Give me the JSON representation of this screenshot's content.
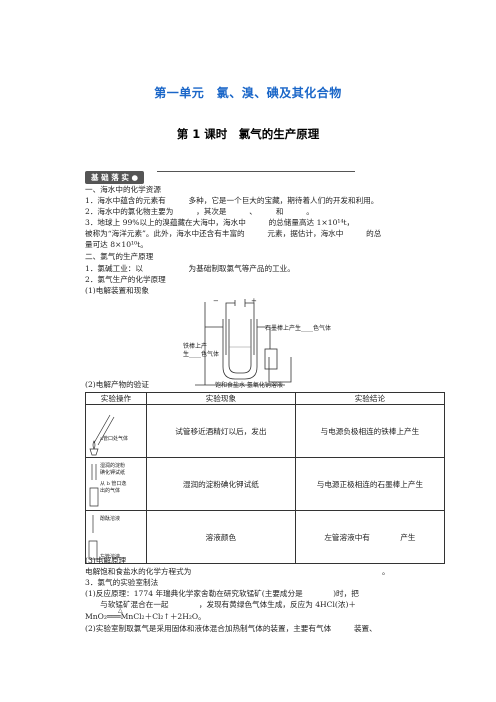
{
  "header": {
    "title": "第一单元　氯、溴、碘及其化合物",
    "subtitle": "第 1 课时　氯气的生产原理"
  },
  "banner": {
    "label": "基 础 落 实 ●"
  },
  "lines": [
    "一、海水中的化学资源",
    "1．海水中蕴含的元素有　　　多种，它是一个巨大的宝藏，期待着人们的开发和利用。",
    "2．海水中的氯化物主要为　　　，其次是　　　、　　　和　　　。",
    "3．地球上 99%以上的溴蕴藏在大海中，海水中　　　的总储量高达 1×10¹⁴t，",
    "被称为“海洋元素”。此外，海水中还含有丰富的　　　元素，据估计，海水中　　　的总",
    "量可达 8×10¹⁰t。",
    "二、氯气的生产原理",
    "1．氯碱工业：以　　　　　　为基础制取氯气等产品的工业。",
    "2．氯气生产的化学原理",
    "(1)电解装置和现象"
  ],
  "diagram": {
    "label_right": "石墨棒上产生____色气体",
    "label_left_1": "铁棒上产",
    "label_left_2": "生____色气体",
    "label_bottom": "饱和食盐水  氢氧化钠溶液",
    "sign_minus": "−",
    "sign_plus": "+"
  },
  "section_verify": "(2)电解产物的验证",
  "table": {
    "headers": [
      "实验操作",
      "实验现象",
      "实验结论"
    ],
    "rows": [
      {
        "img_label": "a管口处气体",
        "phenomenon": "试管移近酒精灯以后，发出",
        "conclusion": "与电源负极相连的铁棒上产生"
      },
      {
        "img_label_1": "湿润的淀粉",
        "img_label_2": "碘化钾试纸",
        "img_label_3": "从 b 管口逸",
        "img_label_4": "出的气体",
        "phenomenon": "湿润的淀粉碘化钾试纸",
        "conclusion": "与电源正极相连的石墨棒上产生"
      },
      {
        "img_label_1": "酚酞溶液",
        "img_label_2": "左管溶液",
        "phenomenon": "溶液颜色",
        "conclusion": "左管溶液中有　　　　产生"
      }
    ]
  },
  "after": [
    "(3)电解原理",
    "电解饱和食盐水的化学方程式为",
    "3．氯气的实验室制法",
    "(1)反应原理：1774 年瑞典化学家舍勒在研究软锰矿(主要成分是　　　　)时，把",
    "　　与软锰矿混合在一起　　　　，发现有黄绿色气体生成，反应为 4HCl(浓)＋",
    "MnO₂═══MnCl₂＋Cl₂↑＋2H₂O。",
    "(2)实验室制取氯气是采用固体和液体混合加热制气体的装置，主要有气体　　　装置、"
  ],
  "after_end_mark": "。",
  "after_delta": "△"
}
